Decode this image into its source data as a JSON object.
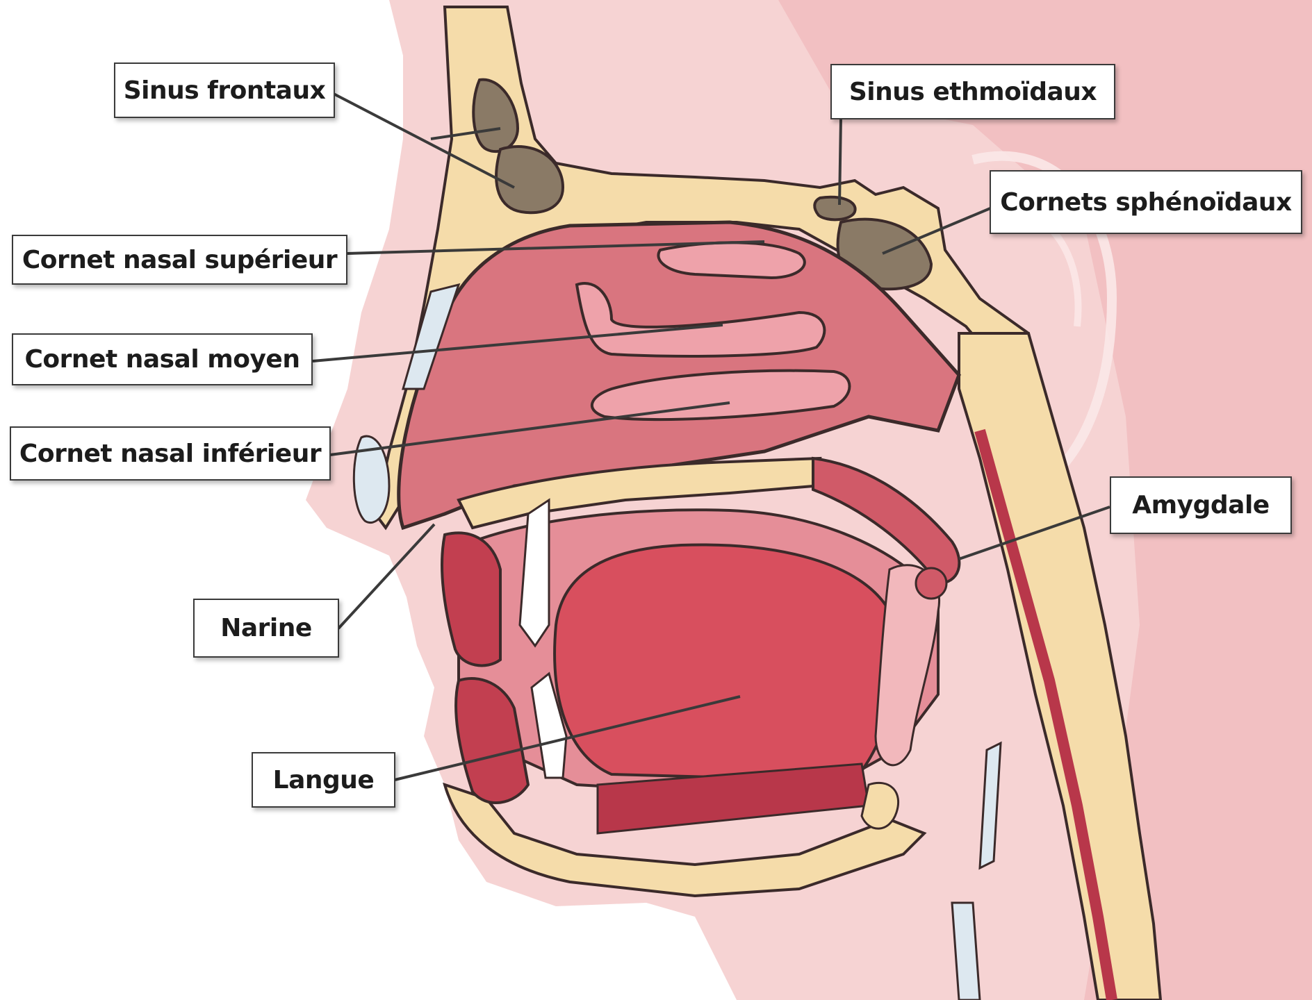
{
  "labels": {
    "sinus_frontaux": "Sinus frontaux",
    "sinus_ethmoidaux": "Sinus ethmoïdaux",
    "cornets_sphenoidaux": "Cornets sphénoïdaux",
    "cornet_nasal_superieur": "Cornet nasal supérieur",
    "cornet_nasal_moyen": "Cornet nasal moyen",
    "cornet_nasal_inferieur": "Cornet nasal inférieur",
    "amygdale": "Amygdale",
    "narine": "Narine",
    "langue": "Langue"
  },
  "colors": {
    "skin": "#f4c9c9",
    "skin_light": "#fbe3e3",
    "bone": "#f5dcaa",
    "bone_outline": "#c8a570",
    "sinus": "#8a7a66",
    "nasal_cavity": "#d9757f",
    "mucosa_light": "#eea2aa",
    "tongue": "#d84f5e",
    "muscle_dark": "#b8374a",
    "outline": "#3b2a2a",
    "cartilage": "#dde8f0",
    "leader_line": "#3a3a3a"
  }
}
